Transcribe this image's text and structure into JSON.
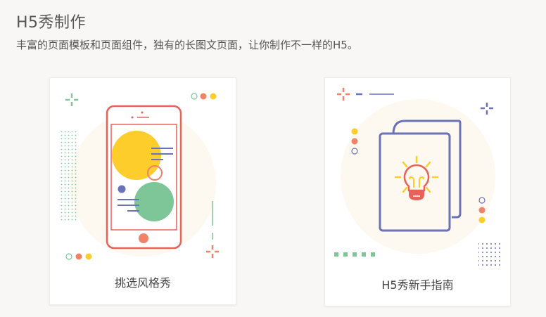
{
  "header": {
    "title": "H5秀制作",
    "subtitle": "丰富的页面模板和页面组件，独有的长图文页面，让你制作不一样的H5。"
  },
  "cards": [
    {
      "label": "挑选风格秀",
      "illustration": "phone-icon"
    },
    {
      "label": "H5秀新手指南",
      "illustration": "book-lightbulb-icon"
    }
  ],
  "colors": {
    "background": "#f8f7f6",
    "coral": "#f0826a",
    "phone_red": "#e8625a",
    "yellow": "#fdcd2b",
    "green": "#7ec598",
    "indigo": "#6a72b8",
    "circle_bg": "#fdf8f0"
  }
}
